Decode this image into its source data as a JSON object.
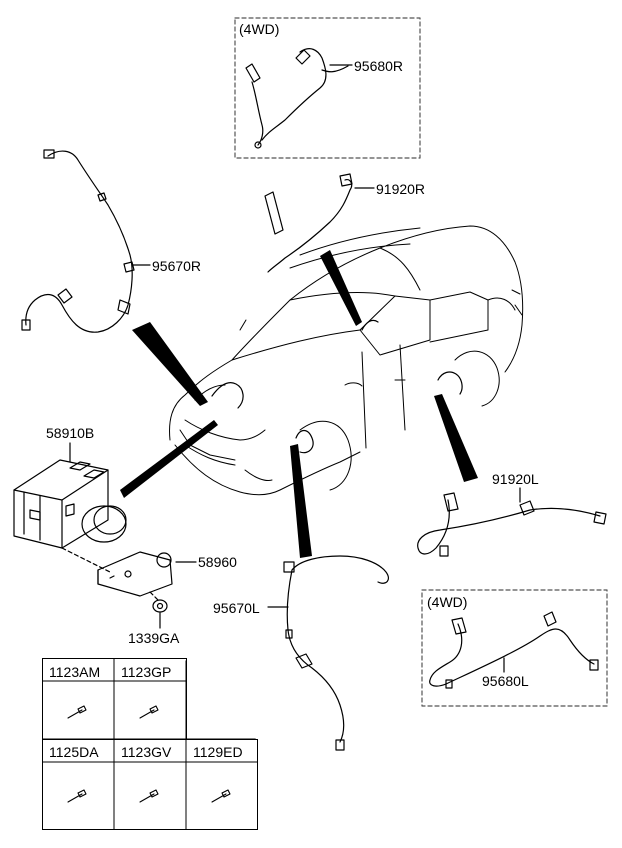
{
  "labels": {
    "box_top": "(4WD)",
    "p95680R": "95680R",
    "p91920R": "91920R",
    "p95670R": "95670R",
    "p58910B": "58910B",
    "p58960": "58960",
    "p1339GA": "1339GA",
    "p91920L": "91920L",
    "p95670L": "95670L",
    "box_bottom": "(4WD)",
    "p95680L": "95680L"
  },
  "table": {
    "row1": [
      "1123AM",
      "1123GP"
    ],
    "row2": [
      "1125DA",
      "1123GV",
      "1129ED"
    ]
  }
}
